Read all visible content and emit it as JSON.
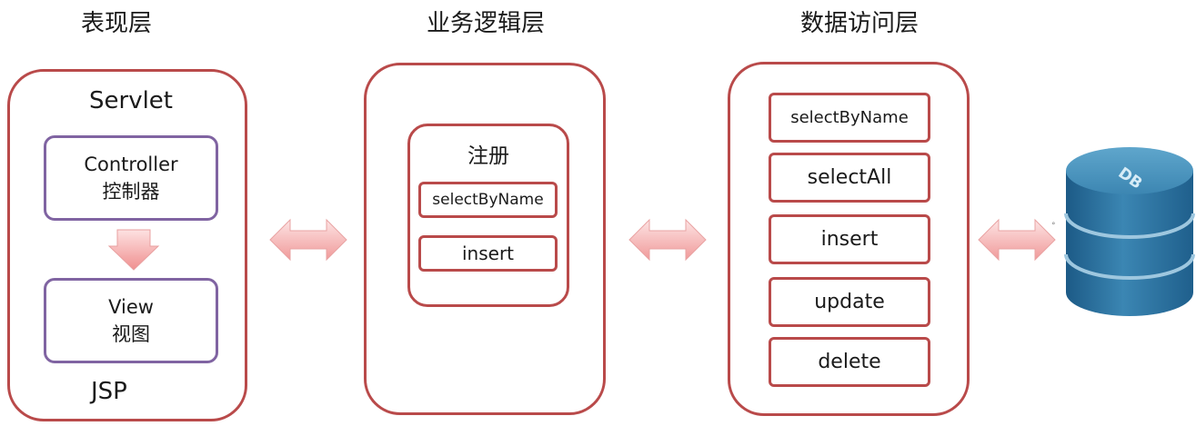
{
  "layers": {
    "presentation": {
      "title": "表现层",
      "servlet_label": "Servlet",
      "controller_line1": "Controller",
      "controller_line2": "控制器",
      "view_line1": "View",
      "view_line2": "视图",
      "jsp_label": "JSP"
    },
    "business": {
      "title": "业务逻辑层",
      "service_label": "注册",
      "methods": [
        "selectByName",
        "insert"
      ]
    },
    "data_access": {
      "title": "数据访问层",
      "methods": [
        "selectByName",
        "selectAll",
        "insert",
        "update",
        "delete"
      ]
    },
    "database": {
      "label": "DB"
    }
  },
  "colors": {
    "layer_border": "#b94a4a",
    "mvc_border": "#8064a2",
    "arrow_fill": "#f4b3b3",
    "db_top": "#4a8fb5",
    "db_side": "#1e5e8a"
  },
  "icons": [
    "double-arrow-icon",
    "down-arrow-icon",
    "database-icon"
  ]
}
